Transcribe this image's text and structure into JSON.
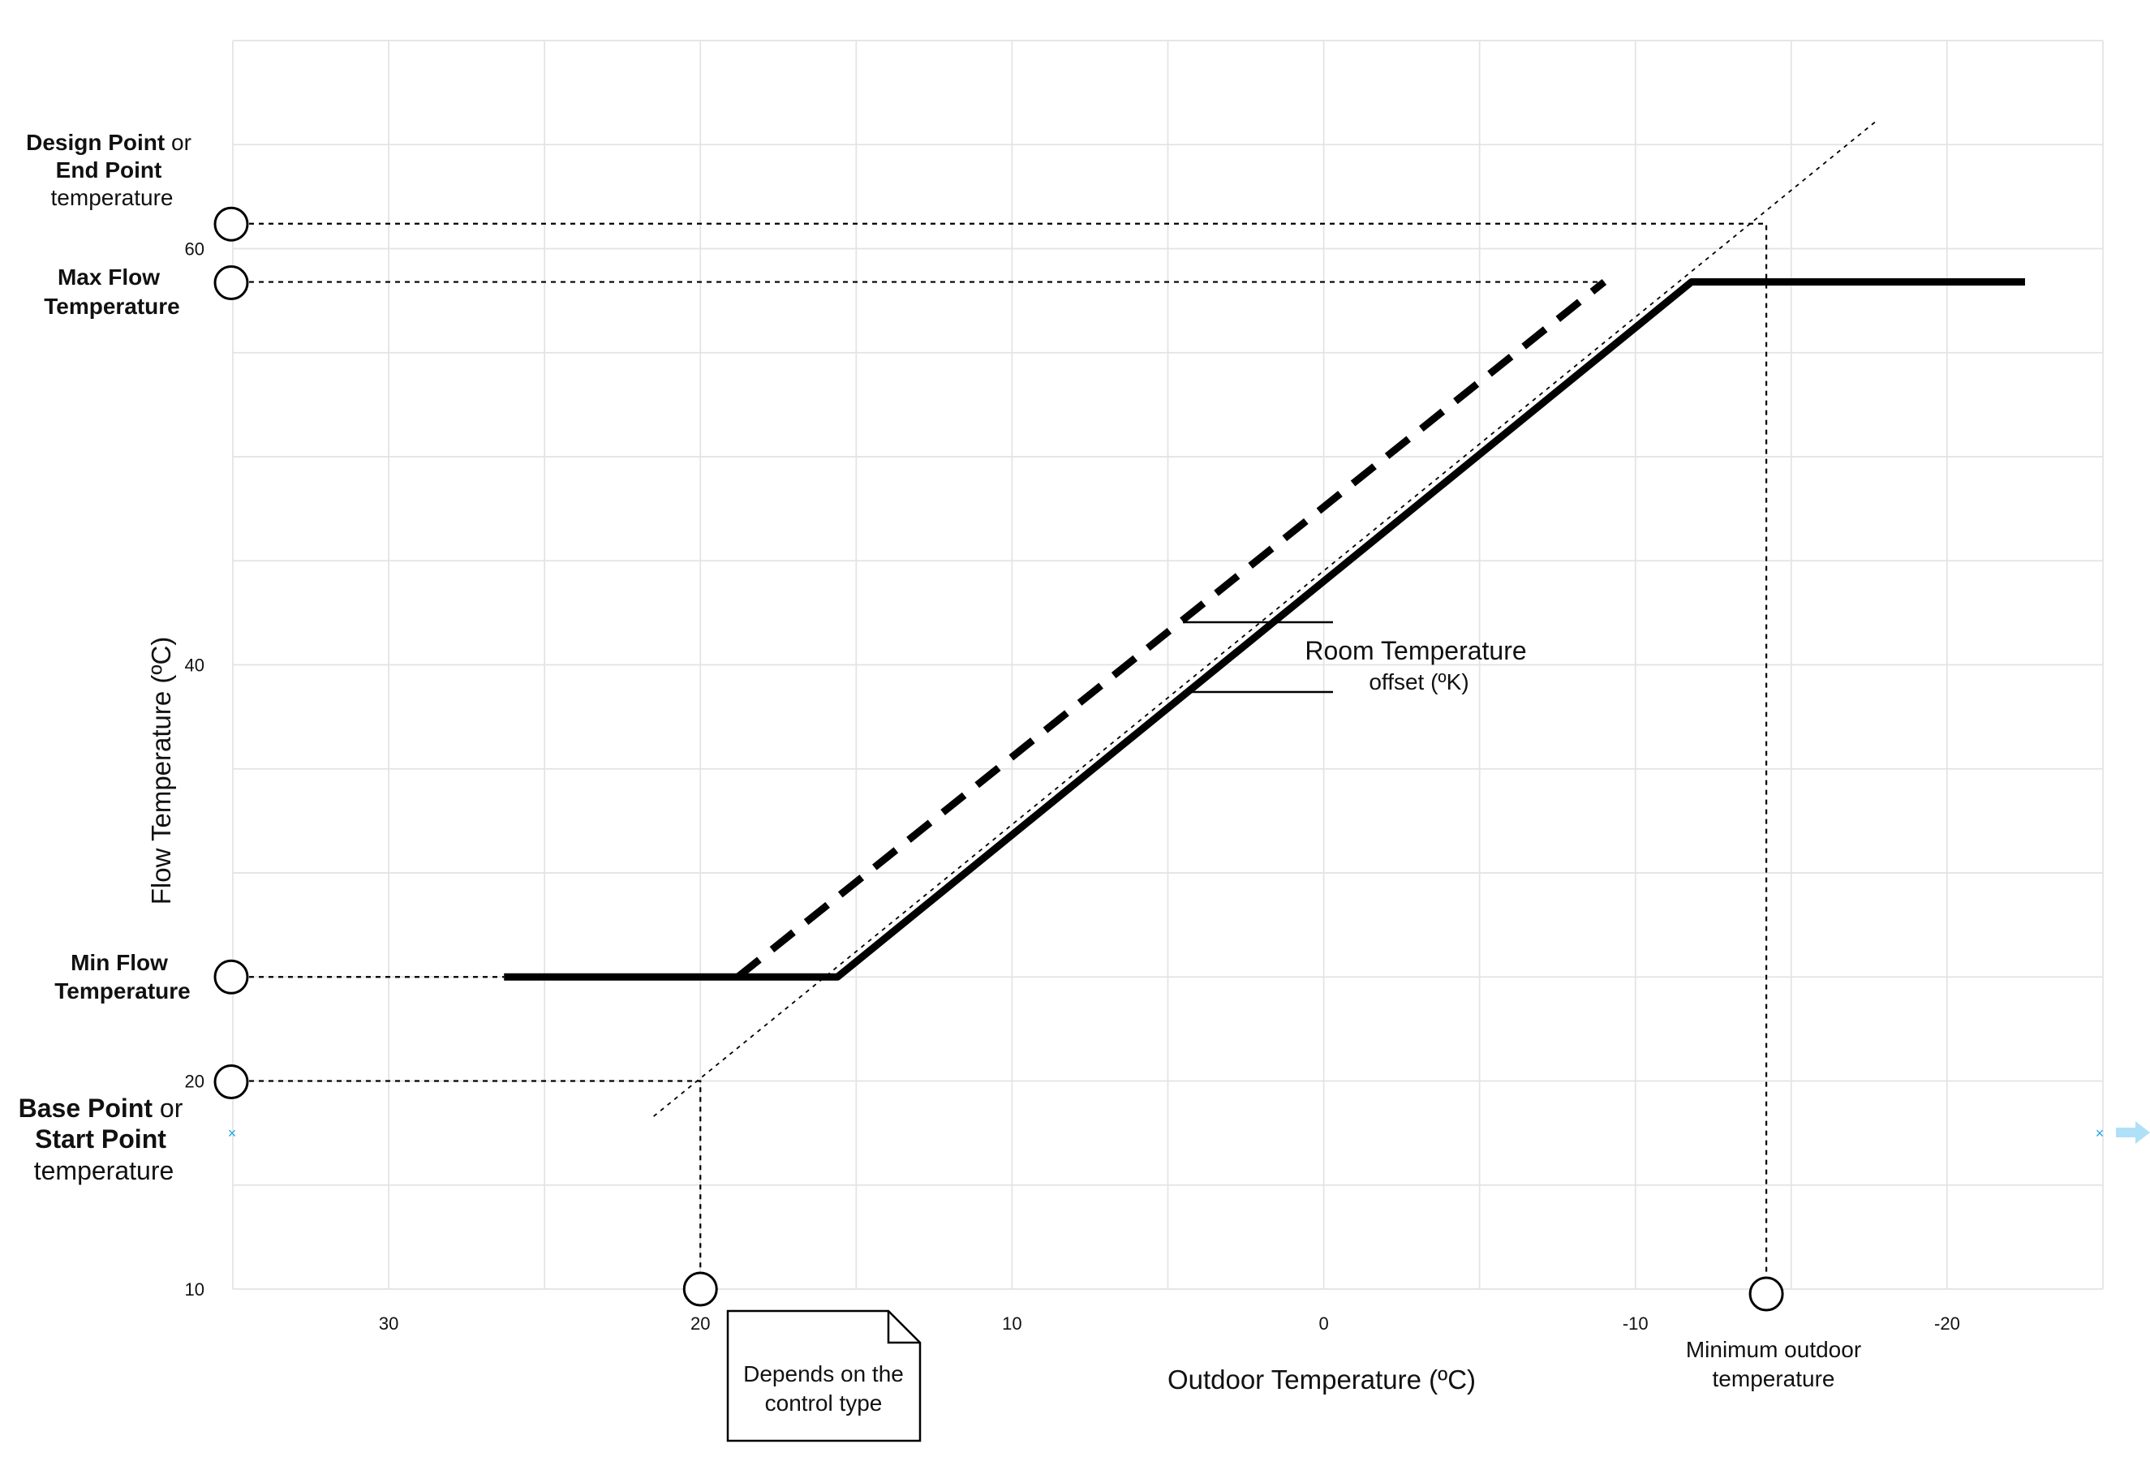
{
  "chart_data": {
    "type": "line",
    "xlabel": "Outdoor Temperature (ºC)",
    "ylabel": "Flow Temperature (ºC)",
    "xlim": [
      35,
      -25
    ],
    "ylim": [
      10,
      70
    ],
    "x_reversed": true,
    "x_grid": [
      35,
      30,
      25,
      20,
      15,
      10,
      5,
      0,
      -5,
      -10,
      -15,
      -20,
      -25
    ],
    "y_grid": [
      10,
      15,
      20,
      25,
      30,
      35,
      40,
      45,
      50,
      55,
      60,
      65,
      70
    ],
    "x_ticks": [
      {
        "value": 30,
        "label": "30"
      },
      {
        "value": 20,
        "label": "20"
      },
      {
        "value": 10,
        "label": "10"
      },
      {
        "value": 0,
        "label": "0"
      },
      {
        "value": -10,
        "label": "-10"
      },
      {
        "value": -20,
        "label": "-20"
      }
    ],
    "y_ticks": [
      {
        "value": 60,
        "label": "60"
      },
      {
        "value": 40,
        "label": "40"
      },
      {
        "value": 20,
        "label": "20"
      },
      {
        "value": 10,
        "label": "10"
      }
    ],
    "grid": true,
    "series": [
      {
        "style": "solid",
        "points": [
          [
            26.3,
            25.0
          ],
          [
            15.6,
            25.0
          ],
          [
            -11.8,
            58.4
          ],
          [
            -22.5,
            58.4
          ]
        ]
      },
      {
        "style": "dashed",
        "points": [
          [
            18.8,
            25.0
          ],
          [
            -9.0,
            58.4
          ]
        ]
      },
      {
        "style": "reference",
        "points": [
          [
            21.5,
            18.3
          ],
          [
            -17.7,
            66.1
          ]
        ]
      }
    ],
    "points": [
      {
        "name": "design-point",
        "x": -14.2,
        "y": 61.2
      },
      {
        "name": "max-flow",
        "y": 58.4
      },
      {
        "name": "min-flow",
        "y": 25.0
      },
      {
        "name": "base-point",
        "x": 20,
        "y": 20
      }
    ]
  },
  "labels": {
    "design_point": {
      "bold1": "Design Point",
      "plain1": " or",
      "bold2": "End Point",
      "plain2": "temperature"
    },
    "max_flow": {
      "line1": "Max Flow",
      "line2": "Temperature"
    },
    "min_flow": {
      "line1": "Min Flow",
      "line2": "Temperature"
    },
    "base_point": {
      "bold1": "Base Point",
      "plain1": " or",
      "bold2": "Start Point",
      "plain2": "temperature"
    },
    "room_offset": {
      "line1": "Room Temperature",
      "line2": "offset (ºK)"
    },
    "control_note": {
      "line1": "Depends on the",
      "line2": "control type"
    },
    "min_outdoor": {
      "line1": "Minimum outdoor",
      "line2": "temperature"
    }
  },
  "marker_color": "#1ea7e8"
}
